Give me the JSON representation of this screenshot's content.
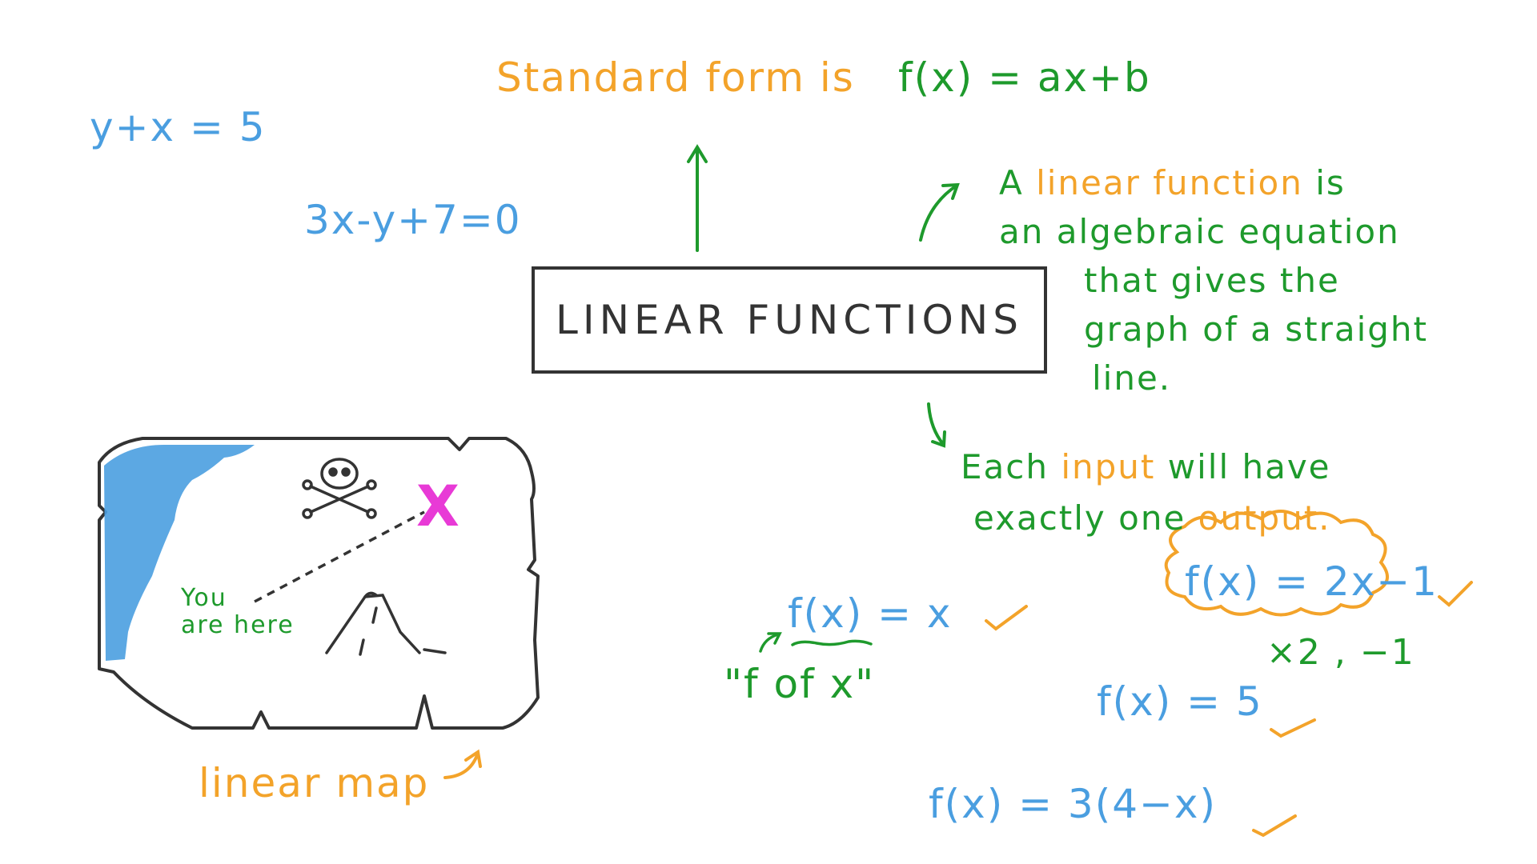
{
  "title": "LINEAR FUNCTIONS",
  "standard_form": {
    "prefix": "Standard form is",
    "formula": "f(x) = ax+b"
  },
  "examples_not_function_form": {
    "eq1": "y+x = 5",
    "eq2": "3x-y+7=0"
  },
  "definition": {
    "word_a": "A",
    "word_linear_function": "linear function",
    "word_is": "is",
    "line2": "an algebraic equation",
    "line3": "that gives the",
    "line4": "graph of a straight",
    "line5": "line."
  },
  "each_input": {
    "word_each": "Each",
    "word_input": "input",
    "word_rest1": "will have",
    "line2_pre": "exactly one",
    "word_output": "output."
  },
  "examples": {
    "f_x": "f(x) = x",
    "f_of_x": "\"f of x\"",
    "f_2x_minus_1": "f(x) = 2x−1",
    "times2_minus1": "×2 , −1",
    "f_5": "f(x) = 5",
    "f_3_4_minus_x": "f(x) = 3(4−x)"
  },
  "map": {
    "you_are_here_1": "You",
    "you_are_here_2": "are here",
    "x_mark": "X",
    "caption": "linear map"
  },
  "colors": {
    "green": "#1e9a2c",
    "orange": "#f3a32a",
    "blue": "#4a9ee0",
    "magenta": "#e83ad6",
    "ink": "#333333"
  }
}
